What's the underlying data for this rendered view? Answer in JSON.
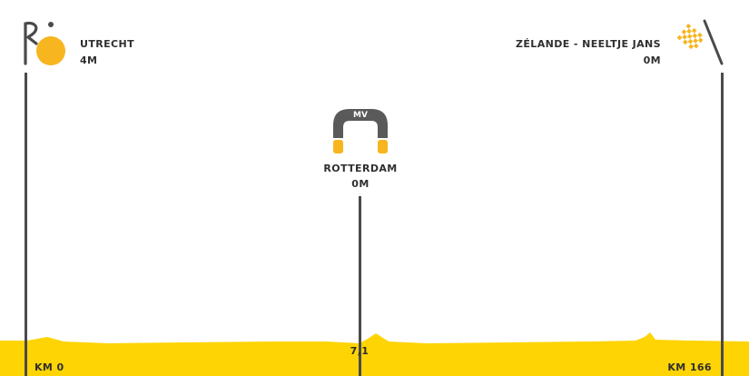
{
  "colors": {
    "profile_yellow": "#fed404",
    "start_orange": "#f7b51f",
    "line_grey": "#4a4a4a",
    "arch_grey": "#5a5a5a",
    "text_dark": "#2f2f2f",
    "checker_orange": "#f7b51f"
  },
  "start": {
    "town": "UTRECHT",
    "altitude": "4M",
    "km_label": "KM 0",
    "icon": "start-logo-icon"
  },
  "intermediate": {
    "town": "ROTTERDAM",
    "altitude": "0M",
    "badge": "MV",
    "km_value": "7,1",
    "icon": "arch-icon"
  },
  "finish": {
    "town": "ZÉLANDE - NEELTJE JANS",
    "altitude": "0M",
    "km_label": "KM 166",
    "icon": "checkered-flag-icon"
  }
}
